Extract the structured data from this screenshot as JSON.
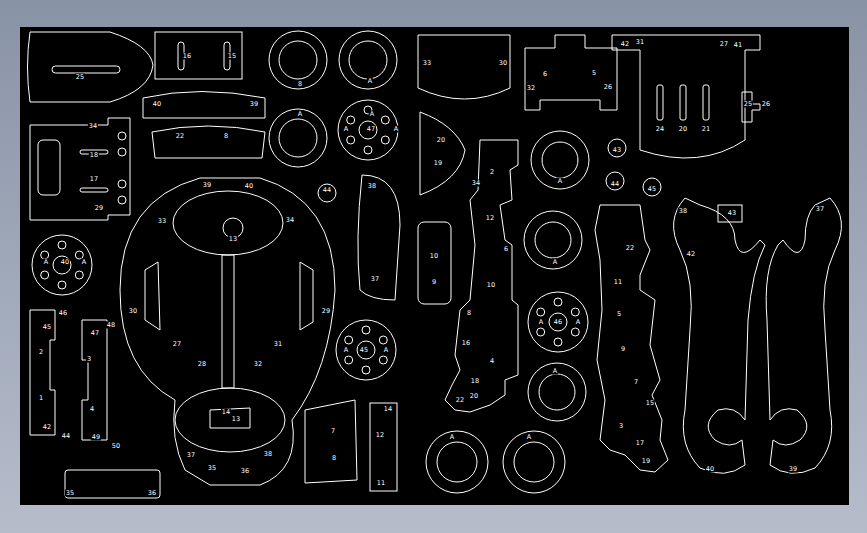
{
  "diagram": {
    "labels": [
      "25",
      "16",
      "15",
      "8",
      "A",
      "33",
      "30",
      "6",
      "5",
      "32",
      "26",
      "42",
      "31",
      "27",
      "41",
      "24",
      "20",
      "21",
      "25",
      "26",
      "40",
      "39",
      "22",
      "8",
      "A",
      "A",
      "A",
      "47",
      "A",
      "34",
      "18",
      "17",
      "29",
      "20",
      "19",
      "A",
      "43",
      "44",
      "45",
      "2",
      "34",
      "12",
      "6",
      "10",
      "8",
      "16",
      "4",
      "18",
      "22",
      "20",
      "39",
      "40",
      "33",
      "34",
      "13",
      "30",
      "29",
      "27",
      "28",
      "32",
      "31",
      "14",
      "13",
      "37",
      "35",
      "36",
      "38",
      "44",
      "38",
      "37",
      "10",
      "9",
      "A",
      "40",
      "A",
      "A",
      "22",
      "11",
      "5",
      "9",
      "7",
      "15",
      "3",
      "17",
      "19",
      "38",
      "43",
      "42",
      "40",
      "37",
      "39",
      "45",
      "46",
      "2",
      "1",
      "42",
      "44",
      "47",
      "48",
      "3",
      "4",
      "49",
      "50",
      "A",
      "45",
      "A",
      "A",
      "46",
      "A",
      "A",
      "7",
      "8",
      "14",
      "12",
      "11",
      "A",
      "A",
      "35",
      "36"
    ]
  }
}
